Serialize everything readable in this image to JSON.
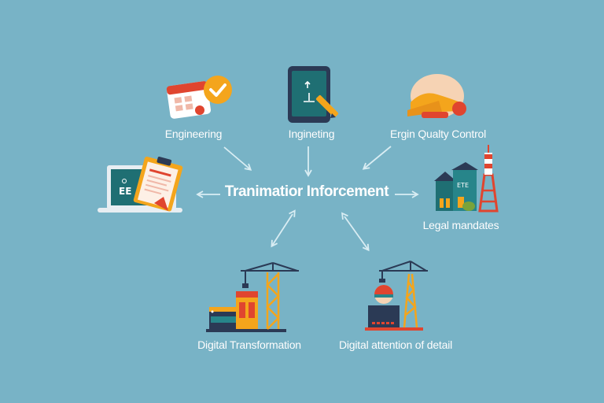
{
  "center": {
    "title": "Tranimatior Inforcement"
  },
  "nodes": [
    {
      "id": "engineering",
      "label": "Engineering",
      "icon": "calendar-check-icon"
    },
    {
      "id": "ingineting",
      "label": "Ingineting",
      "icon": "tablet-pencil-icon"
    },
    {
      "id": "quality",
      "label": "Ergin Qualty Control",
      "icon": "hard-hat-icon"
    },
    {
      "id": "laptop",
      "label": "",
      "icon": "laptop-clipboard-icon",
      "screen_text": "EE"
    },
    {
      "id": "legal",
      "label": "Legal mandates",
      "icon": "city-tower-icon",
      "building_text": "ETE"
    },
    {
      "id": "digital-transformation",
      "label": "Digital Transformation",
      "icon": "crane-building-icon"
    },
    {
      "id": "digital-attention",
      "label": "Digital attention of detail",
      "icon": "crane-machine-icon"
    }
  ],
  "colors": {
    "background": "#78b3c6",
    "arrow": "#d9edf3",
    "text": "#ffffff",
    "orange": "#f4a51c",
    "red": "#e0452f",
    "teal": "#1f6f73",
    "navy": "#2b3a55"
  }
}
